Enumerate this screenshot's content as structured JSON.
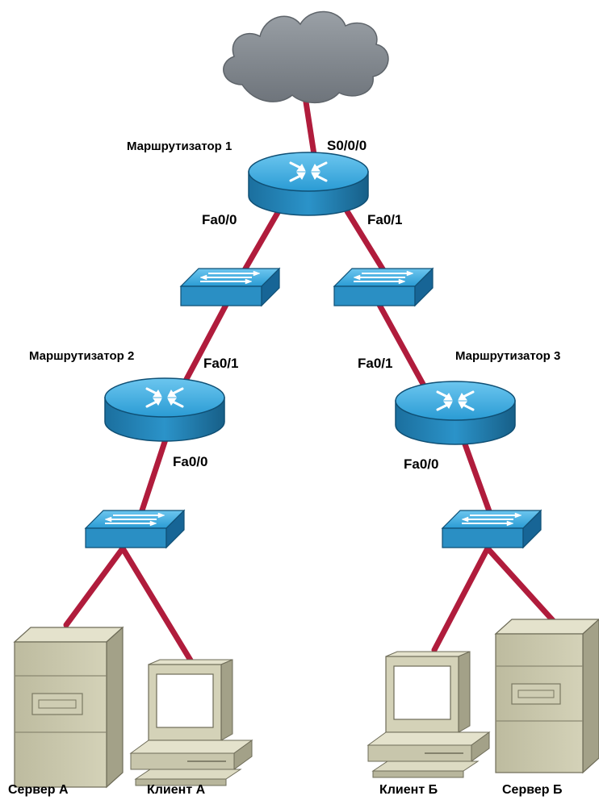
{
  "routers": [
    {
      "id": "r1",
      "label": "Маршрутизатор 1"
    },
    {
      "id": "r2",
      "label": "Маршрутизатор 2"
    },
    {
      "id": "r3",
      "label": "Маршрутизатор 3"
    }
  ],
  "ports": {
    "r1_s000": "S0/0/0",
    "r1_fa00": "Fa0/0",
    "r1_fa01": "Fa0/1",
    "r2_fa01": "Fa0/1",
    "r2_fa00": "Fa0/0",
    "r3_fa01": "Fa0/1",
    "r3_fa00": "Fa0/0"
  },
  "hosts": {
    "server_a": "Сервер А",
    "client_a": "Клиент А",
    "client_b": "Клиент Б",
    "server_b": "Сервер Б"
  },
  "colors": {
    "link": "#b01c3c",
    "device_blue": "#2a9bd4",
    "device_blue_dark": "#1a6e9c",
    "cloud": "#8c9299",
    "computer_beige": "#d4d2b8"
  },
  "icons": [
    "cloud-icon",
    "router-icon",
    "switch-icon",
    "server-icon",
    "workstation-icon"
  ]
}
